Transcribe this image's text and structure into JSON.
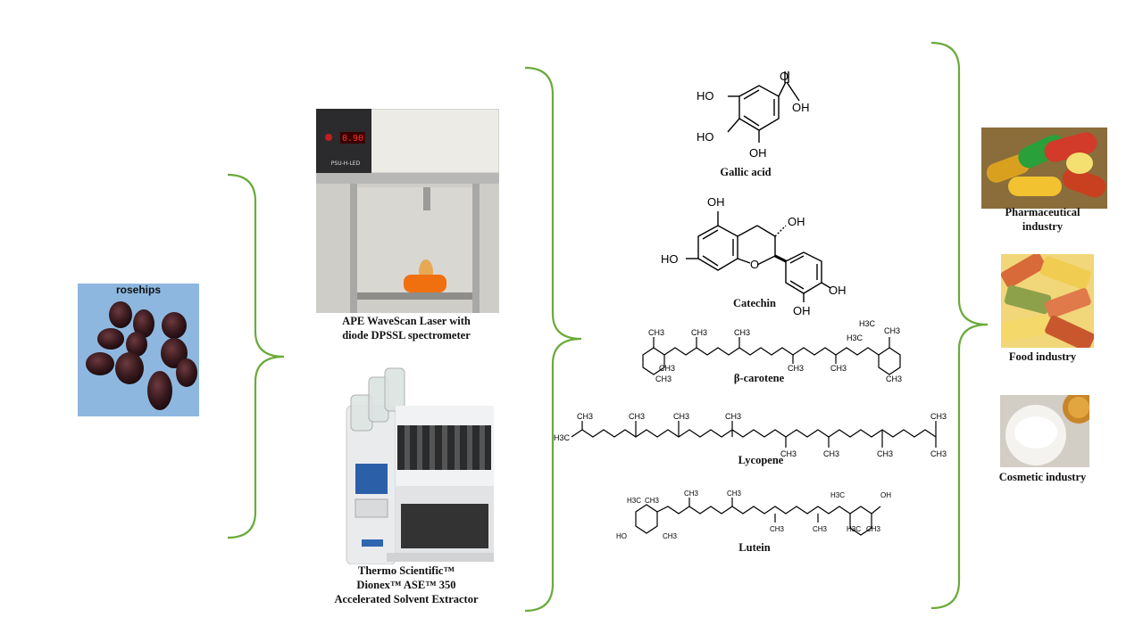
{
  "inputs": {
    "rosehips_label": "rosehips"
  },
  "instruments": {
    "laser_caption_line1": "APE WaveScan Laser with",
    "laser_caption_line2": "diode DPSSL spectrometer",
    "laser_display_value": "0.90",
    "laser_panel_label": "PSU-H-LED",
    "extractor_caption_line1": "Thermo Scientific™",
    "extractor_caption_line2": "Dionex™ ASE™ 350",
    "extractor_caption_line3": "Accelerated Solvent Extractor"
  },
  "compounds": [
    {
      "name": "Gallic acid"
    },
    {
      "name": "Catechin"
    },
    {
      "name": "β-carotene"
    },
    {
      "name": "Lycopene"
    },
    {
      "name": "Lutein"
    }
  ],
  "applications": [
    {
      "line1": "Pharmaceutical",
      "line2": "industry"
    },
    {
      "line1": "Food industry",
      "line2": ""
    },
    {
      "line1": "Cosmetic industry",
      "line2": ""
    }
  ],
  "colors": {
    "bracket": "#6aaa3a",
    "background": "#ffffff"
  }
}
